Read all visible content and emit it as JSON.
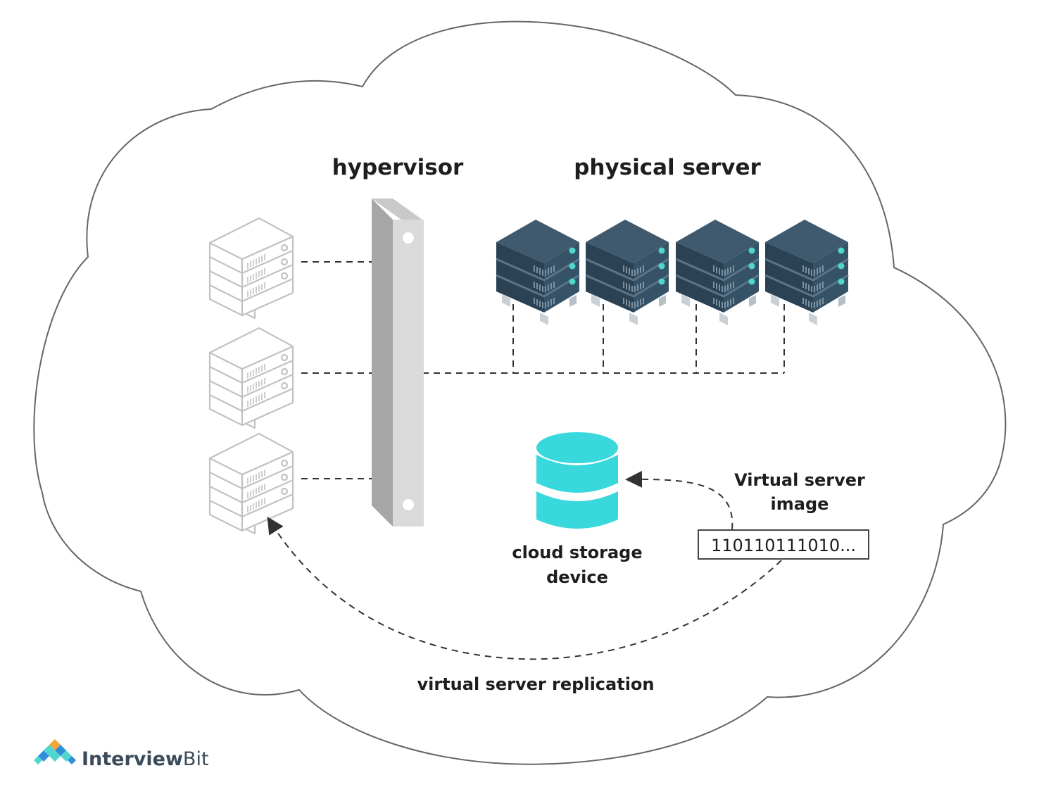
{
  "labels": {
    "hypervisor": "hypervisor",
    "physical_server": "physical server",
    "storage_line1": "cloud storage",
    "storage_line2": "device",
    "image_line1": "Virtual server",
    "image_line2": "image",
    "binary": "110110111010...",
    "replication": "virtual server replication"
  },
  "brand": {
    "name_part1": "Interview",
    "name_part2": "Bit"
  },
  "icons": {
    "virtual_server": "server-rack-outline-icon",
    "physical_server": "server-rack-icon",
    "storage": "database-icon",
    "logo": "interviewbit-logo-icon"
  },
  "colors": {
    "cloud_outline": "#666666",
    "dash": "#333333",
    "virtual_server_stroke": "#c2c2c2",
    "physical_server_front": "#365266",
    "physical_server_top": "#3f5a6e",
    "physical_server_side": "#2b4254",
    "server_led": "#4fd6cf",
    "storage": "#39d8dc",
    "hypervisor_front": "#b0b0b0",
    "hypervisor_side": "#dadada"
  }
}
